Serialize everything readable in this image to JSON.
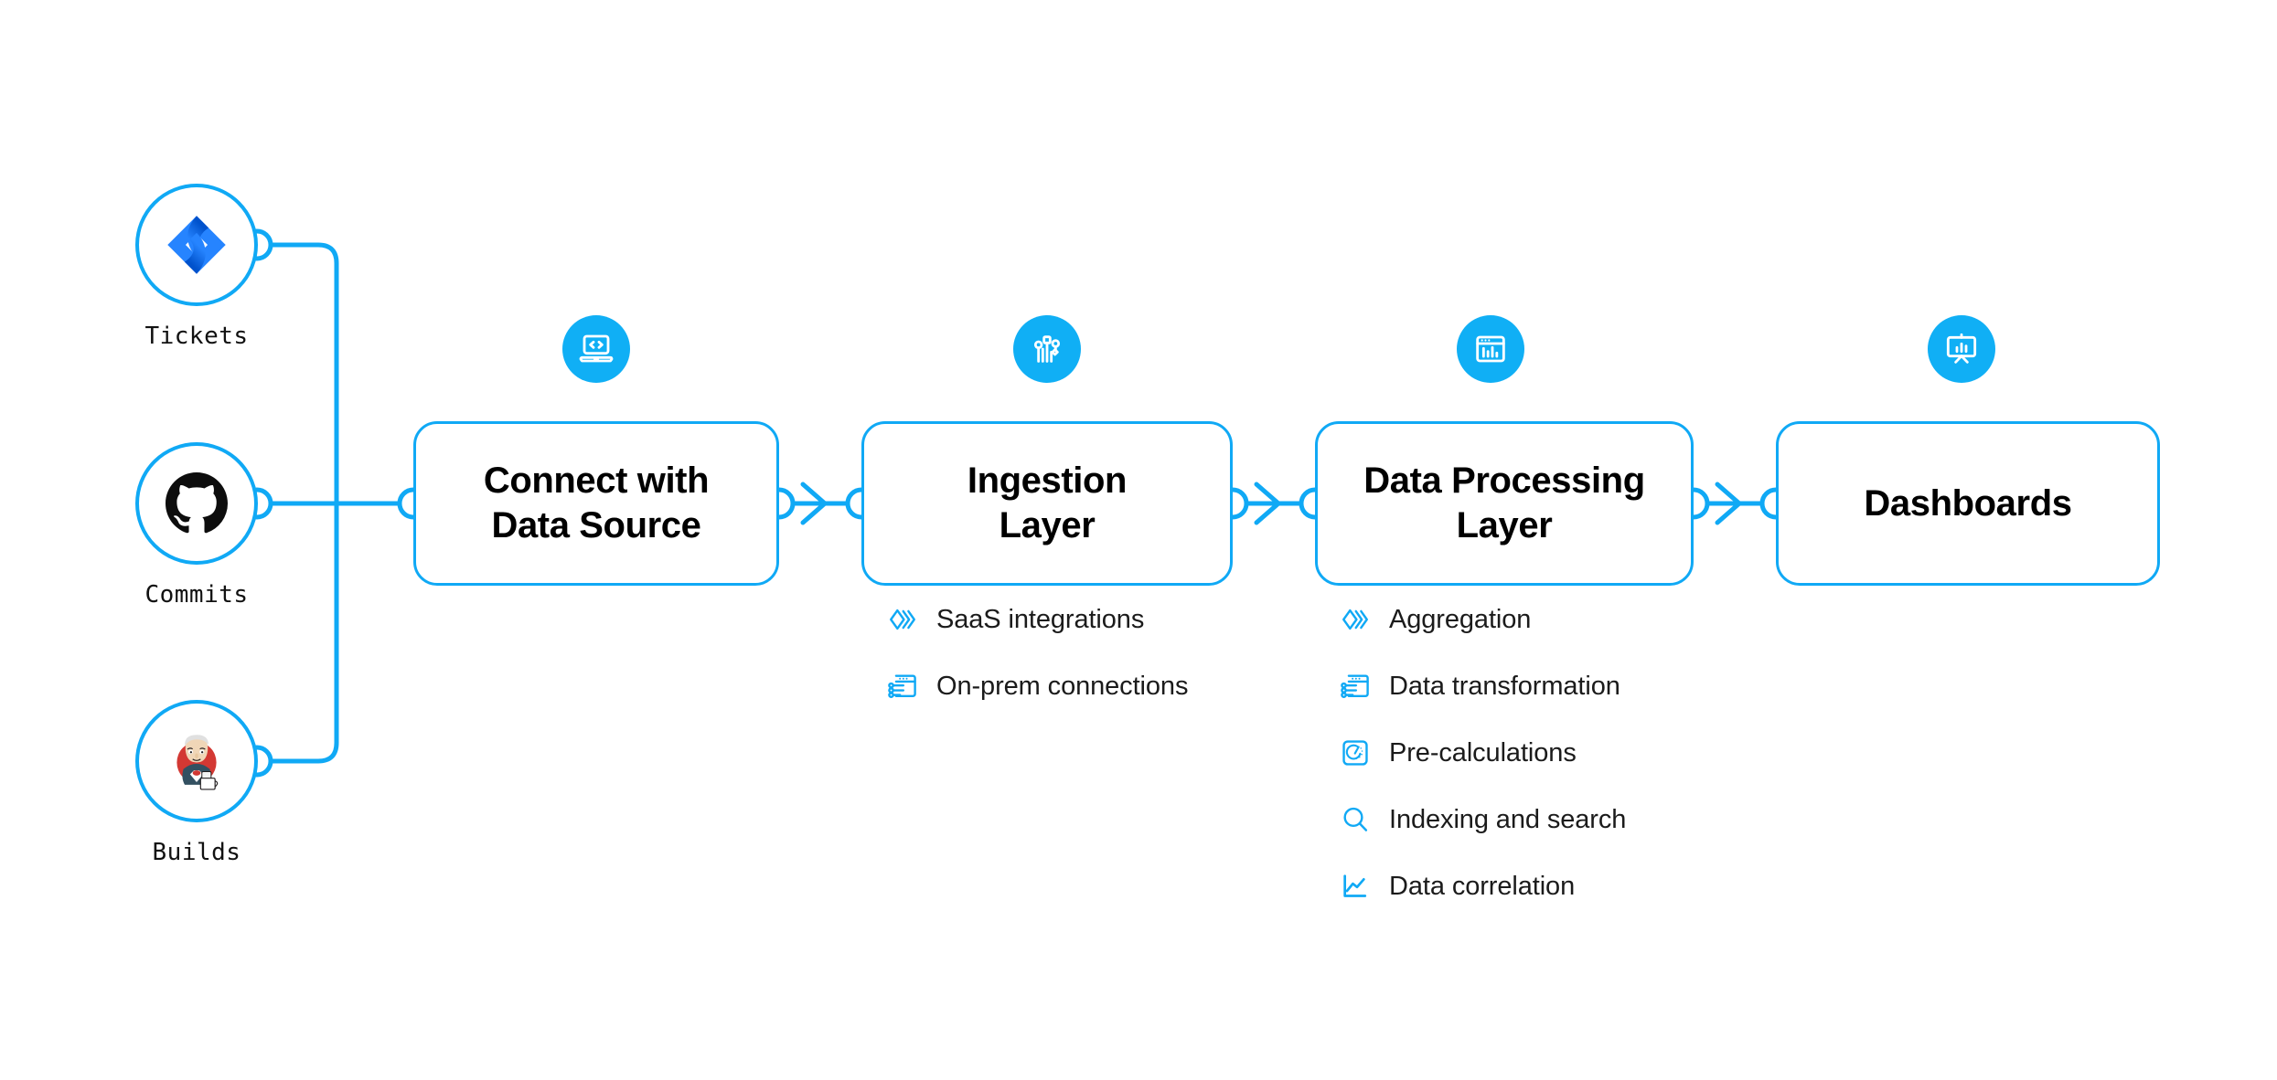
{
  "theme": {
    "accent": "#10a9f5",
    "badge_fill": "#10aff5",
    "text": "#111111",
    "background": "#ffffff"
  },
  "sources": [
    {
      "label": "Tickets",
      "icon": "jira-icon"
    },
    {
      "label": "Commits",
      "icon": "github-icon"
    },
    {
      "label": "Builds",
      "icon": "jenkins-icon"
    }
  ],
  "stages": [
    {
      "title": "Connect with\nData Source",
      "title_lines": [
        "Connect with",
        "Data Source"
      ],
      "icon": "laptop-code-icon",
      "features": []
    },
    {
      "title": "Ingestion\nLayer",
      "title_lines": [
        "Ingestion",
        "Layer"
      ],
      "icon": "circuit-nodes-icon",
      "features": [
        {
          "label": "SaaS integrations",
          "icon": "layered-chevrons-icon"
        },
        {
          "label": "On-prem connections",
          "icon": "server-sliders-icon"
        }
      ]
    },
    {
      "title": "Data Processing\nLayer",
      "title_lines": [
        "Data Processing",
        "Layer"
      ],
      "icon": "window-barchart-icon",
      "features": [
        {
          "label": "Aggregation",
          "icon": "layered-chevrons-icon"
        },
        {
          "label": "Data transformation",
          "icon": "server-sliders-icon"
        },
        {
          "label": "Pre-calculations",
          "icon": "gauge-square-icon"
        },
        {
          "label": "Indexing and search",
          "icon": "magnifier-icon"
        },
        {
          "label": "Data correlation",
          "icon": "line-chart-icon"
        }
      ]
    },
    {
      "title": "Dashboards",
      "title_lines": [
        "Dashboards"
      ],
      "icon": "presentation-chart-icon",
      "features": []
    }
  ],
  "connectors": [
    {
      "from": "Tickets",
      "to": "Connect with Data Source",
      "style": "elbow"
    },
    {
      "from": "Commits",
      "to": "Connect with Data Source",
      "style": "straight"
    },
    {
      "from": "Builds",
      "to": "Connect with Data Source",
      "style": "elbow"
    },
    {
      "from": "Connect with Data Source",
      "to": "Ingestion Layer",
      "style": "arrow"
    },
    {
      "from": "Ingestion Layer",
      "to": "Data Processing Layer",
      "style": "arrow"
    },
    {
      "from": "Data Processing Layer",
      "to": "Dashboards",
      "style": "arrow"
    }
  ]
}
